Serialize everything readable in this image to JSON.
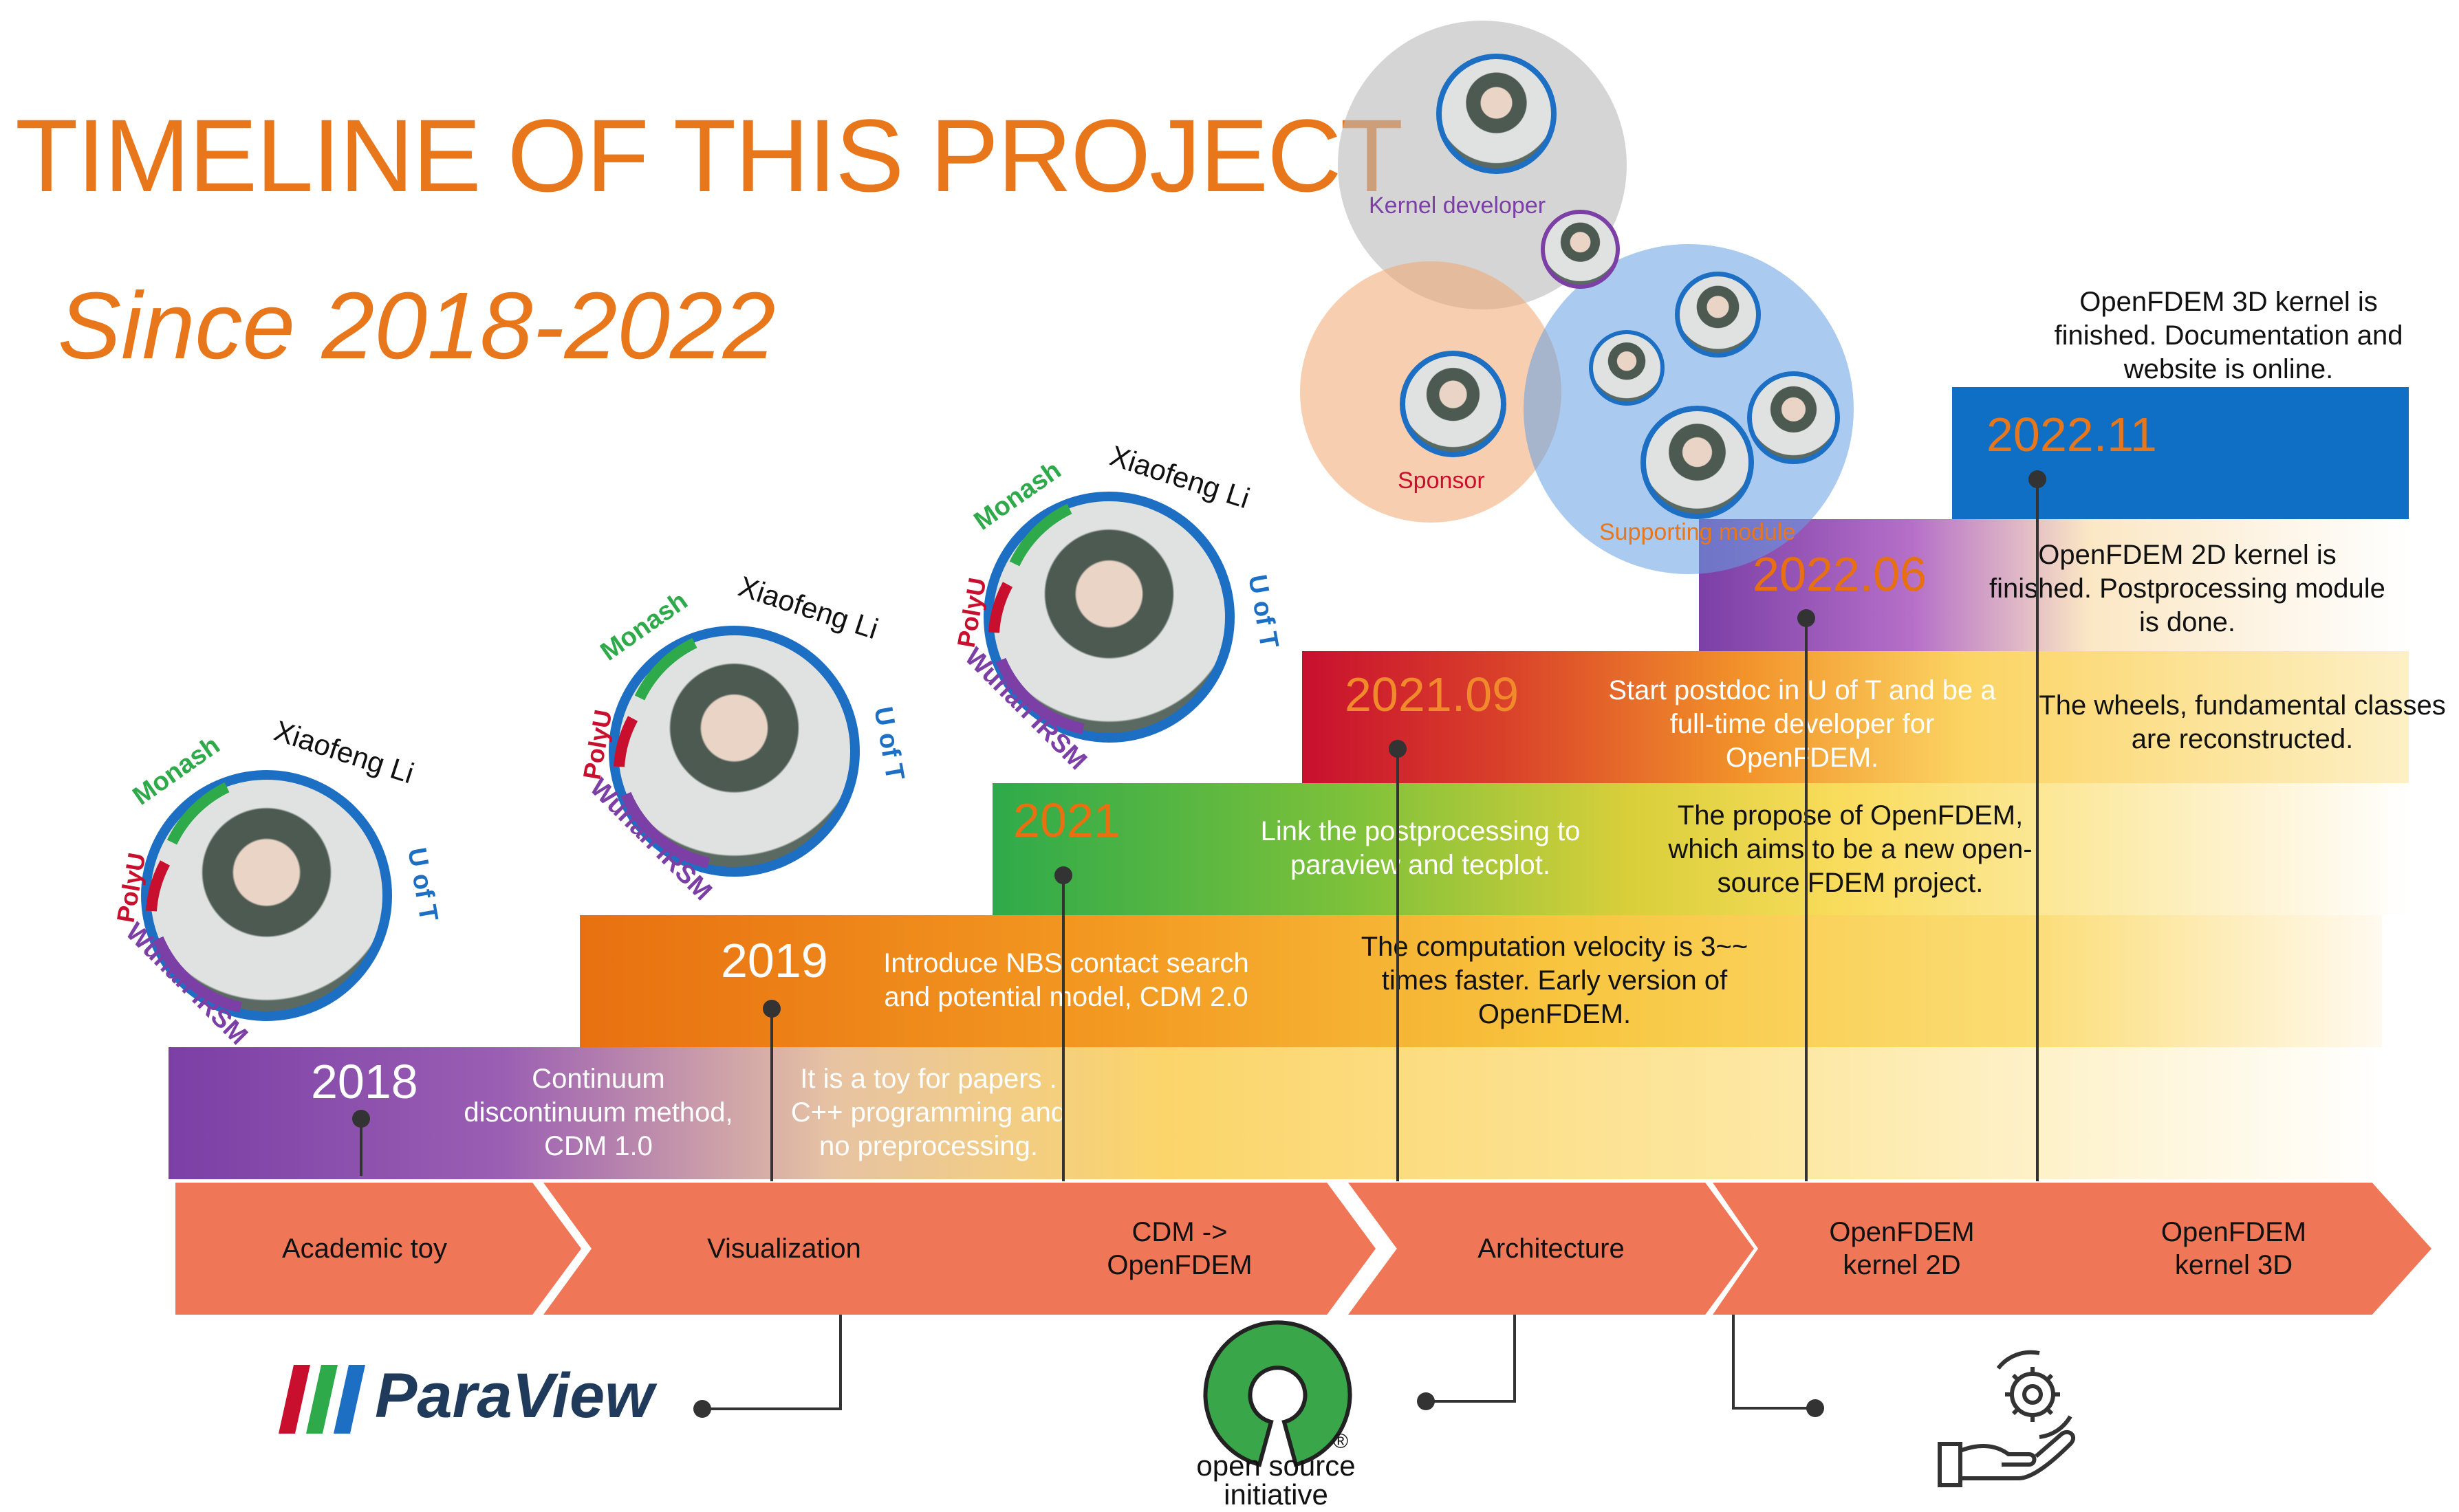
{
  "header": {
    "title": "TIMELINE OF THIS PROJECT",
    "subtitle": "Since 2018-2022"
  },
  "bands": [
    {
      "year": "2018",
      "note": "Continuum\ndiscontinuum method,\nCDM 1.0",
      "note2": "It is a toy for papers .\nC++ programming and\nno preprocessing."
    },
    {
      "year": "2019",
      "note": "Introduce NBS contact search\nand potential model,  CDM 2.0",
      "note2": "The computation velocity is 3~~\ntimes faster. Early version of\nOpenFDEM."
    },
    {
      "year": "2021",
      "note": "Link the postprocessing to\nparaview and tecplot.",
      "note2": "The propose of OpenFDEM,\nwhich aims to be a new open-\nsource FDEM project."
    },
    {
      "year": "2021.09",
      "note": "Start postdoc in U of T and be a\nfull-time developer for\nOpenFDEM.",
      "note2": "The wheels, fundamental classes\nare reconstructed."
    },
    {
      "year": "2022.06",
      "note": "OpenFDEM 2D kernel is\nfinished. Postprocessing module\nis done."
    },
    {
      "year": "2022.11",
      "note": "OpenFDEM 3D kernel is\nfinished. Documentation and\nwebsite is online."
    }
  ],
  "stages": [
    "Academic toy",
    "Visualization",
    "CDM ->\nOpenFDEM",
    "Architecture",
    "OpenFDEM\nkernel 2D",
    "OpenFDEM\nkernel 3D"
  ],
  "avatar": {
    "name": "Xiaofeng Li",
    "affiliations": [
      "Monash",
      "PolyU",
      "Wuhan IRSM",
      "U of T"
    ]
  },
  "team": {
    "kernel_developer": "Kernel developer",
    "sponsor": "Sponsor",
    "supporting_module": "Supporting module"
  },
  "logos": {
    "paraview": "ParaView",
    "osi_line1": "open source",
    "osi_line2": "initiative",
    "osi_mark": "®",
    "icons": [
      "paraview-logo-icon",
      "open-source-initiative-icon",
      "gear-hand-icon"
    ]
  },
  "colors": {
    "title": "#e8761a",
    "purple": "#7b3fa6",
    "orange": "#e87010",
    "green": "#2eaa4a",
    "red": "#c8102e",
    "blue": "#0f6fc4",
    "arrow": "#ef7757"
  }
}
